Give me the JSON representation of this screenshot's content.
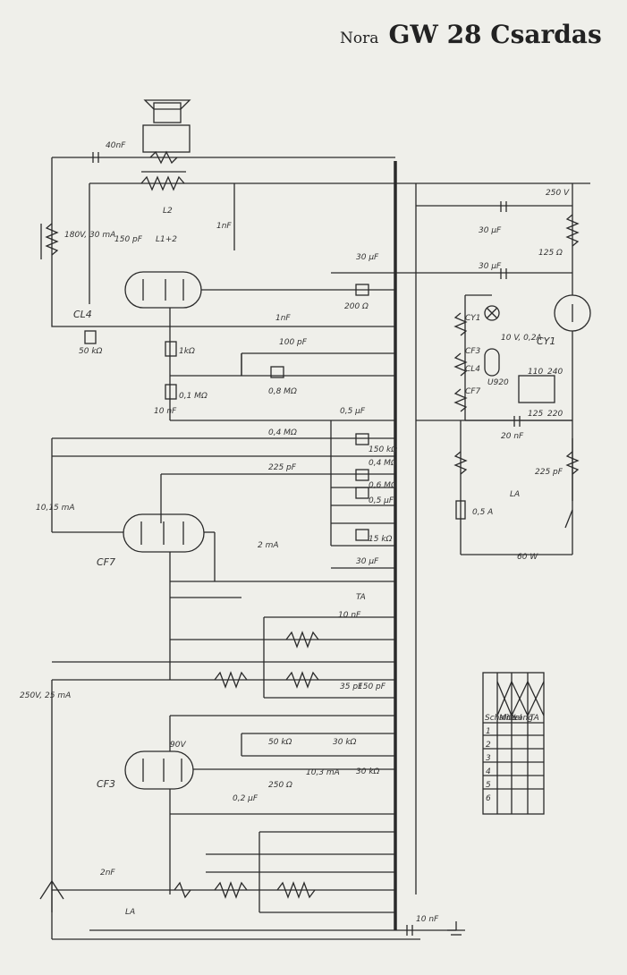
{
  "title": {
    "brand": "Nora",
    "model": "GW 28 Csardas"
  },
  "labels": {
    "cap_40nf": "40nF",
    "v250": "250 V",
    "r125": "125 Ω",
    "c30": "30 μF",
    "c30b": "30 μF",
    "mA180": "180V, 30 mA",
    "c150pf": "150 pF",
    "l12": "L1+2",
    "l2": "L2",
    "c1nf": "1nF",
    "c30uf": "30 μF",
    "r200": "200 Ω",
    "cl4": "CL4",
    "r50k": "50 kΩ",
    "c1nf2": "1nF",
    "r1k": "1kΩ",
    "c100pf": "100 pF",
    "r08": "0,8 MΩ",
    "r01": "0,1 MΩ",
    "c10nf": "10 nF",
    "r04": "0,4 MΩ",
    "c05": "0,5 μF",
    "c225": "225 pF",
    "r150": "150 kΩ",
    "r04b": "0,4 MΩ",
    "r06": "0,6 MΩ",
    "c05b": "0,5 μF",
    "r15": "15 kΩ",
    "c30c": "30 μF",
    "ma015": "10,15 mA",
    "ma2": "2 mA",
    "cf7": "CF7",
    "c10nf2": "10 nF",
    "ta": "TA",
    "v250b": "250V, 25 mA",
    "c35": "35 pF",
    "c150": "150 pF",
    "r30k": "30 kΩ",
    "r50b": "50 kΩ",
    "v90": "90V",
    "r30k2": "30 kΩ",
    "ma10": "10,3 mA",
    "r250": "250 Ω",
    "c02": "0,2 μF",
    "cf3": "CF3",
    "c2nf": "2nF",
    "la": "LA",
    "c10nf3": "10 nF",
    "cy1": "CY1",
    "cf3b": "CF3",
    "cl4b": "CL4",
    "cf7b": "CF7",
    "u920": "U920",
    "v10": "10 V, 0,2A",
    "cy1b": "CY1",
    "r125b": "125",
    "r220": "220",
    "v110": "110",
    "v240": "240",
    "c20nf": "20 nF",
    "c225b": "225 pF",
    "la2": "LA",
    "a05": "0,5 A",
    "w60": "60 W"
  },
  "switch_table": {
    "header": [
      "Schalter",
      "1",
      "2",
      "3",
      "4",
      "5",
      "6"
    ],
    "rows": [
      "Mittel",
      "Lang",
      "TA"
    ]
  }
}
